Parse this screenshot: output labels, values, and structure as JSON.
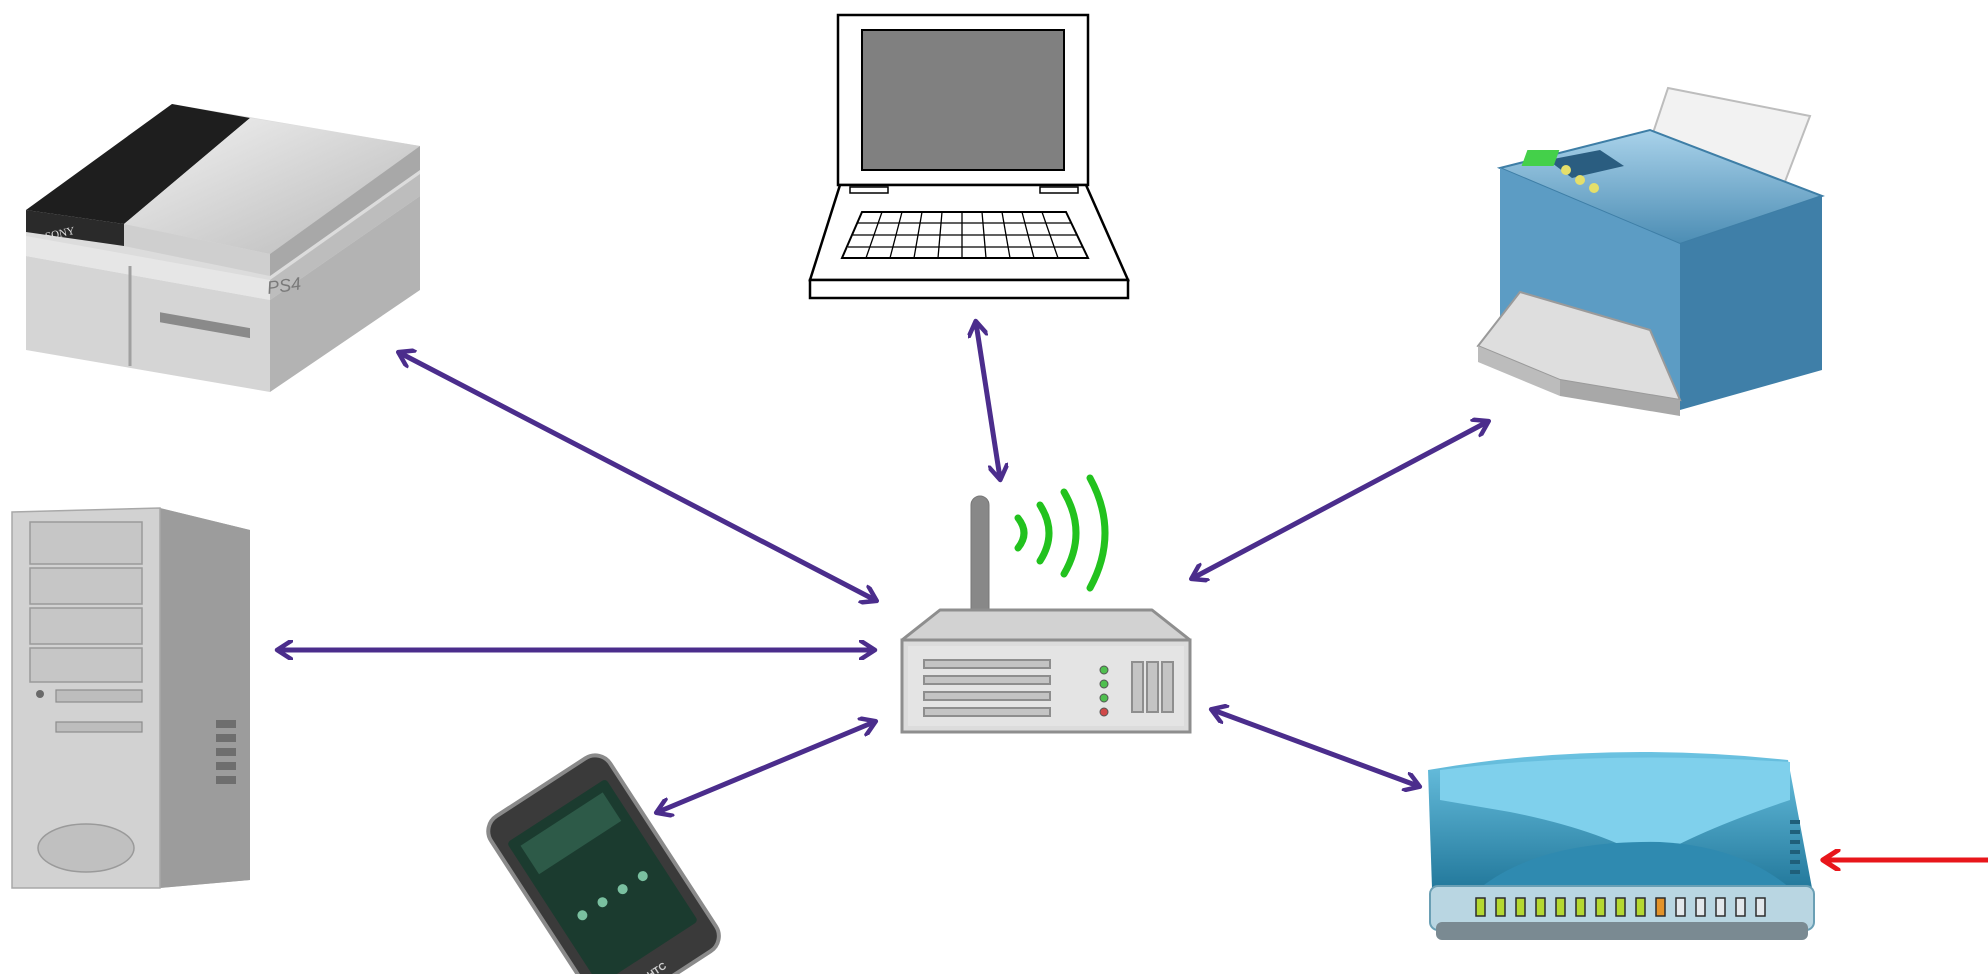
{
  "diagram": {
    "hub": {
      "name": "wireless-router",
      "icon": "wifi-router-icon"
    },
    "devices": [
      {
        "id": "ps4",
        "icon": "game-console-icon",
        "brand_text": "SONY",
        "model_text": "PS4"
      },
      {
        "id": "laptop",
        "icon": "laptop-icon"
      },
      {
        "id": "printer",
        "icon": "printer-icon"
      },
      {
        "id": "desktop",
        "icon": "desktop-tower-icon"
      },
      {
        "id": "phone",
        "icon": "smartphone-icon",
        "brand_text": "HTC"
      },
      {
        "id": "modem",
        "icon": "modem-icon"
      }
    ],
    "connections": [
      {
        "from": "router",
        "to": "ps4",
        "type": "bidirectional"
      },
      {
        "from": "router",
        "to": "laptop",
        "type": "bidirectional"
      },
      {
        "from": "router",
        "to": "printer",
        "type": "bidirectional"
      },
      {
        "from": "router",
        "to": "desktop",
        "type": "bidirectional"
      },
      {
        "from": "router",
        "to": "phone",
        "type": "bidirectional"
      },
      {
        "from": "router",
        "to": "modem",
        "type": "bidirectional"
      },
      {
        "from": "external",
        "to": "modem",
        "type": "incoming"
      }
    ],
    "colors": {
      "connection_arrow": "#4b2d8c",
      "incoming_arrow": "#e8161b",
      "wifi_signal": "#22c21e",
      "router_body": "#9a9a9a",
      "modem_body": "#3f9fc2",
      "printer_body": "#6fa9cc"
    }
  }
}
